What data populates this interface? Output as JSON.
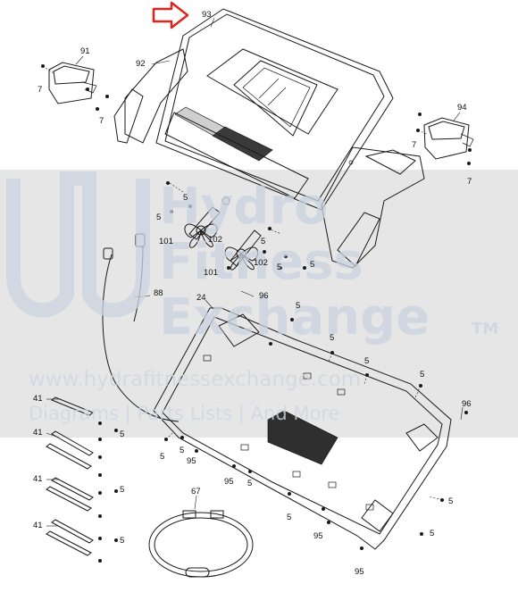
{
  "watermark": {
    "brand_line1": "Hydro",
    "brand_line2": "Fitness",
    "brand_line3": "Exchange",
    "tm": "TM",
    "url": "www.hydrafitnessexchange.com",
    "tagline": "Diagrams | Parts Lists | And More"
  },
  "callouts": {
    "c93": "93",
    "c92": "92",
    "c91": "91",
    "c94": "94",
    "c7": "7",
    "c5": "5",
    "c101": "101",
    "c102": "102",
    "c88": "88",
    "c96": "96",
    "c24": "24",
    "c41": "41",
    "c95": "95",
    "c67": "67"
  },
  "colors": {
    "line": "#1a1a1a",
    "arrow": "#e0231c",
    "watermark": "#c9d3e0",
    "band": "#e6e6e6"
  }
}
